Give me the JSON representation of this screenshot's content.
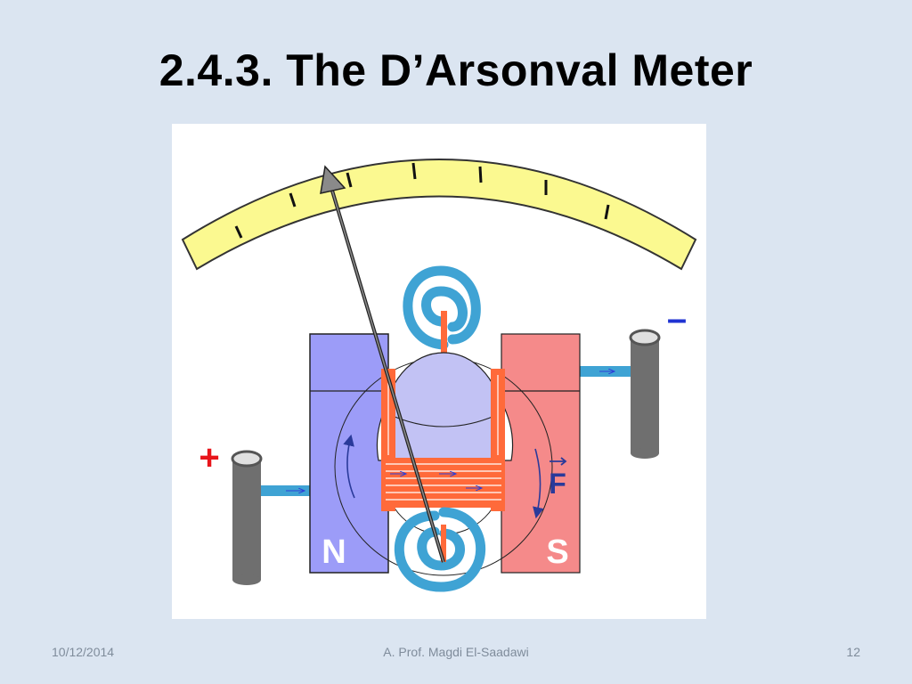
{
  "slide": {
    "title": "2.4.3. The D’Arsonval Meter"
  },
  "diagram": {
    "plus_label": "+",
    "minus_label": "–",
    "north_label": "N",
    "south_label": "S",
    "force_label": "F",
    "colors": {
      "scale": "#fbf990",
      "north_magnet": "#9c9cf8",
      "south_magnet": "#f58a8a",
      "coil": "#ff6a3a",
      "spring": "#3fa3d4",
      "core": "#c2c2f4",
      "terminal": "#6f6f6f",
      "plus": "#e8151b",
      "minus": "#1f33d2"
    }
  },
  "footer": {
    "date": "10/12/2014",
    "author": "A. Prof. Magdi El-Saadawi",
    "page": "12"
  }
}
